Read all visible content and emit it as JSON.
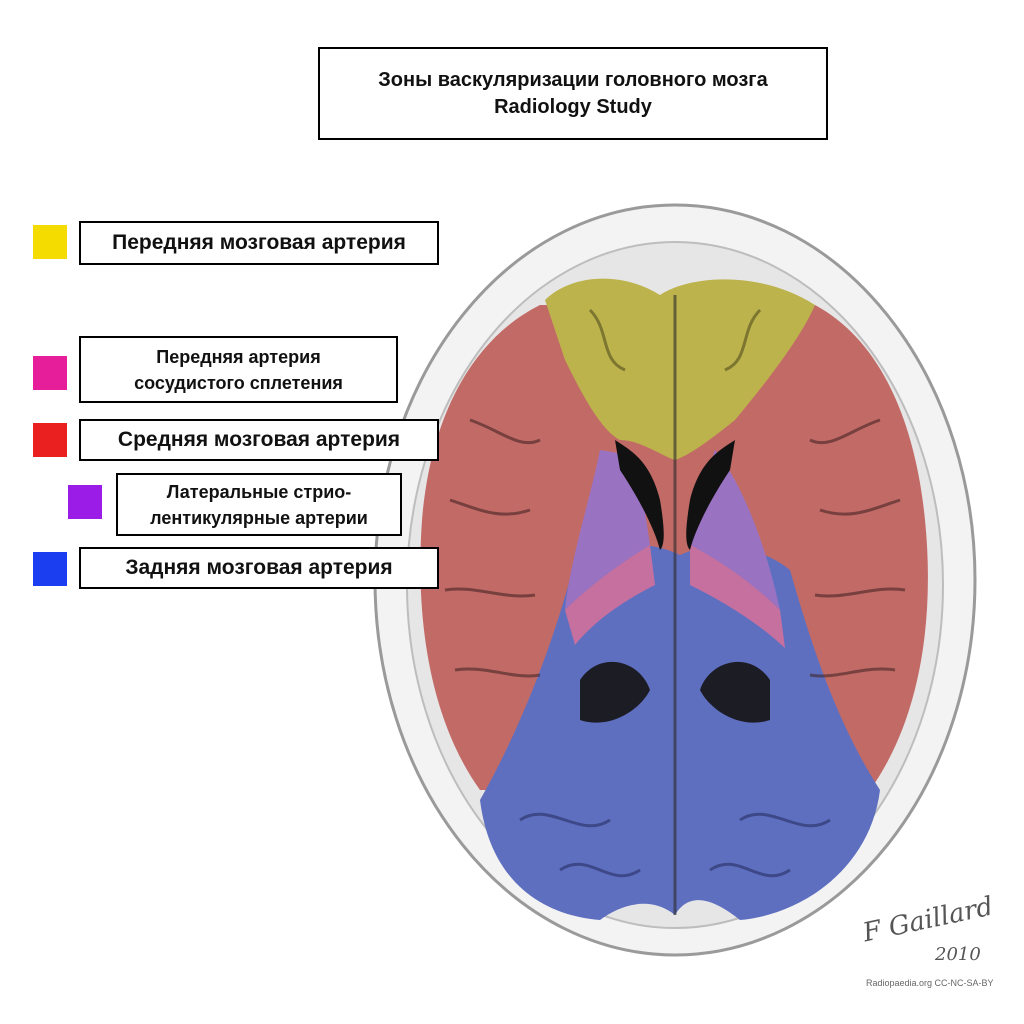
{
  "title": {
    "line1": "Зоны васкуляризации головного мозга",
    "line2": "Radiology Study"
  },
  "legend": [
    {
      "label": "Передняя мозговая артерия",
      "color": "#f4dc00"
    },
    {
      "label_line1": "Передняя артерия",
      "label_line2": "сосудистого сплетения",
      "color": "#e61e9a"
    },
    {
      "label": "Средняя мозговая артерия",
      "color": "#ea1f1f"
    },
    {
      "label_line1": "Латеральные стрио-",
      "label_line2": "лентикулярные артерии",
      "color": "#9b1ce6"
    },
    {
      "label": "Задняя мозговая артерия",
      "color": "#1a3ef0"
    }
  ],
  "overlay_colors": {
    "anterior": "#bdb34c",
    "middle": "#c26a66",
    "posterior": "#5f6fc0",
    "lenticulostriate": "#9a72c2",
    "choroidal": "#c5709e"
  },
  "signature": {
    "name": "F Gaillard",
    "year": "2010"
  },
  "credit": "Radiopaedia.org CC-NC-SA-BY"
}
